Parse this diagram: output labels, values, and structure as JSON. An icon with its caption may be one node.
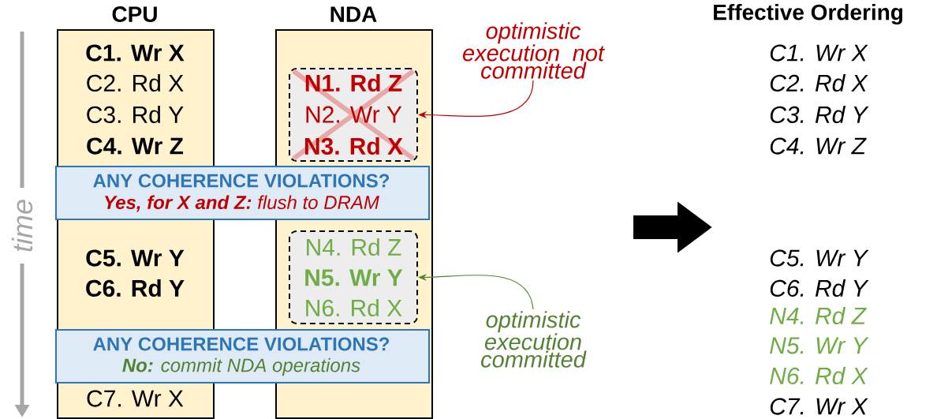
{
  "diagram": {
    "nodes": [
      {
        "text": [
          "CPU",
          "C1. Wr X",
          "C2. Rd X",
          "C3. Rd Y",
          "C4. Wr Z",
          "C5. Wr Y",
          "C6. Rd Y",
          "C7. Wr X"
        ]
      },
      {
        "text": [
          "NDA"
        ]
      },
      {
        "text": [
          "N1. Rd Z",
          "N2. Wr Y",
          "N3. Rd X"
        ],
        "in": 1
      },
      {
        "text": [
          "N4. Rd Z",
          "N5. Wr Y",
          "N6. Rd X"
        ],
        "in": 1
      },
      {
        "text": [
          "ANY COHERENCE VIOLATIONS?",
          "**Yes, for X and Z:** flush to DRAM"
        ]
      },
      {
        "text": [
          "ANY COHERENCE VIOLATIONS?",
          "**No:** commit NDA operations"
        ]
      },
      {
        "text": [
          "optimistic execution not committed"
        ]
      },
      {
        "text": [
          "optimistic execution committed"
        ]
      },
      {
        "text": [
          "Effective Ordering",
          "C1. Wr X",
          "C2. Rd X",
          "C3. Rd Y",
          "C4. Wr Z",
          "C5. Wr Y",
          "C6. Rd Y",
          "N4. Rd Z",
          "N5. Wr Y",
          "N6. Rd X",
          "C7. Wr X"
        ]
      }
    ],
    "edges": [
      {
        "from": 6,
        "to": 2,
        "arrow": "to",
        "color": "#c00000"
      },
      {
        "from": 7,
        "to": 3,
        "arrow": "to",
        "color": "#548235"
      },
      {
        "from": null,
        "to": 8,
        "arrow": "to",
        "style": "thick",
        "color": "#000000"
      }
    ],
    "labels": [
      "time"
    ]
  }
}
